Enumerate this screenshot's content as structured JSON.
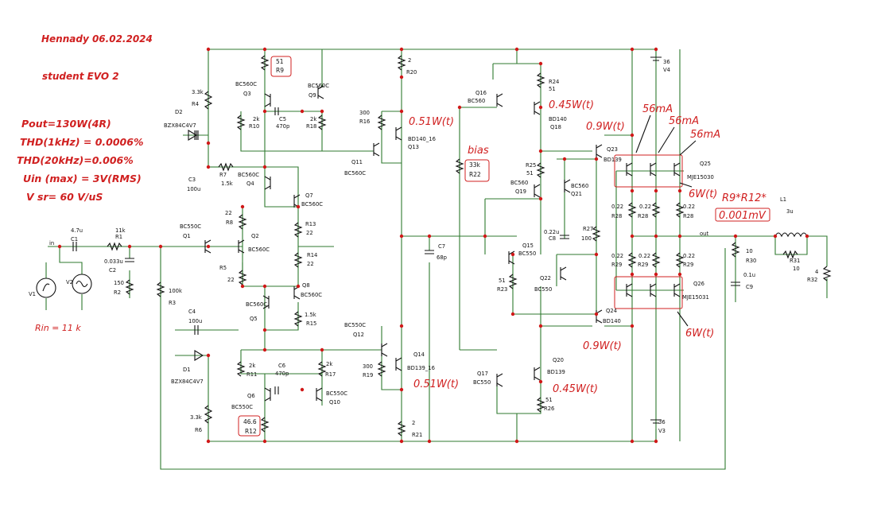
{
  "header": {
    "author_date": "Hennady 06.02.2024",
    "project": "student  EVO 2"
  },
  "specs": [
    "Pout=130W(4R)",
    "THD(1kHz) = 0.0006%",
    "THD(20kHz)=0.006%",
    "Uin (max) = 3V(RMS)",
    "V sr= 60 V/uS"
  ],
  "rin_note": "Rin = 11 k",
  "annotations": {
    "q13_power": "0.51W(t)",
    "q14_power": "0.51W(t)",
    "q18_power": "0.45W(t)",
    "q20_power": "0.45W(t)",
    "q23_power": "0.9W(t)",
    "q24_power": "0.9W(t)",
    "bias": "bias",
    "current_1": "56mA",
    "current_2": "56mA",
    "current_3": "56mA",
    "q25_power": "6W(t)",
    "q26_power": "6W(t)",
    "r9_r12_note": "R9*R12*",
    "offset": "0.001mV"
  },
  "labels": {
    "r9_val": "51",
    "r9": "R9",
    "r12_val": "46.6",
    "r12": "R12",
    "r22_val": "33k",
    "r22": "R22",
    "q3_type": "BC560C",
    "q3": "Q3",
    "q9_type": "BC560C",
    "q9": "Q9",
    "r10_val": "2k",
    "r10": "R10",
    "c5": "C5",
    "c5_val": "470p",
    "r18_val": "2k",
    "r18": "R18",
    "r4_val": "3.3k",
    "r4": "R4",
    "d2": "D2",
    "d2_type": "BZX84C4V7",
    "c3": "C3",
    "c3_val": "100u",
    "r7": "R7",
    "r7_val": "1.5k",
    "q4_type": "BC560C",
    "q4": "Q4",
    "q7": "Q7",
    "q7_type": "BC560C",
    "r8_val": "22",
    "r8": "R8",
    "q1_type": "BC550C",
    "q1": "Q1",
    "q2": "Q2",
    "q2_type": "BC560C",
    "r13": "R13",
    "r13_val": "22",
    "r14": "R14",
    "r14_val": "22",
    "r5": "R5",
    "r5_val": "22",
    "q8": "Q8",
    "q8_type": "BC560C",
    "q5_type": "BC560C",
    "q5": "Q5",
    "r15_val": "1.5k",
    "r15": "R15",
    "r20_val": "2",
    "r20": "R20",
    "r16_val": "300",
    "r16": "R16",
    "q11": "Q11",
    "q11_type": "BC560C",
    "q13_type": "BD140_16",
    "q13": "Q13",
    "c7": "C7",
    "c7_val": "68p",
    "q12_type": "BC550C",
    "q12": "Q12",
    "q14": "Q14",
    "q14_type": "BD139_16",
    "r19_val": "300",
    "r19": "R19",
    "r21_val": "2",
    "r21": "R21",
    "c6": "C6",
    "c6_val": "470p",
    "r11_val": "2k",
    "r11": "R11",
    "r17_val": "2k",
    "r17": "R17",
    "q6": "Q6",
    "q6_type": "BC550C",
    "q10_type": "BC550C",
    "q10": "Q10",
    "r6_val": "3.3k",
    "r6": "R6",
    "d1": "D1",
    "d1_type": "BZX84C4V7",
    "c4": "C4",
    "c4_val": "100u",
    "r3_val": "100k",
    "r3": "R3",
    "c1_val": "4.7u",
    "c1": "C1",
    "r1_val": "11k",
    "r1": "R1",
    "c2_val": "0.033u",
    "c2": "C2",
    "r2_val": "150",
    "r2": "R2",
    "in": "in",
    "v1": "V1",
    "v2": "V2",
    "q16": "Q16",
    "q16_type": "BC560",
    "r24": "R24",
    "r24_val": "51",
    "q18_type": "BD140",
    "q18": "Q18",
    "r25": "R25",
    "r25_val": "51",
    "q19_type": "BC560",
    "q19": "Q19",
    "q21_type": "BC560",
    "q21": "Q21",
    "c8_val": "0.22u",
    "c8": "C8",
    "r27": "R27",
    "r27_val": "100",
    "q15": "Q15",
    "q15_type": "BC550",
    "r23_val": "51",
    "r23": "R23",
    "q22": "Q22",
    "q22_type": "BC550",
    "q17": "Q17",
    "q17_type": "BC550",
    "q20": "Q20",
    "q20_type": "BD139",
    "r26_val": "51",
    "r26": "R26",
    "q23": "Q23",
    "q23_type": "BD139",
    "q24": "Q24",
    "q24_type": "BD140",
    "q25": "Q25",
    "q25_type": "MJE15030",
    "q26": "Q26",
    "q26_type": "MJE15031",
    "r28_val": "0.22",
    "r28": "R28",
    "r29_val": "0.22",
    "r29": "R29",
    "out": "out",
    "r30_val": "10",
    "r30": "R30",
    "c9_val": "0.1u",
    "c9": "C9",
    "l1": "L1",
    "l1_val": "3u",
    "r31": "R31",
    "r31_val": "10",
    "r32_val": "4",
    "r32": "R32",
    "v4_val": "36",
    "v4": "V4",
    "v3_val": "36",
    "v3": "V3"
  },
  "colors": {
    "wire": "#2f7a2f",
    "annotation": "#d02020",
    "node": "#d01818"
  }
}
